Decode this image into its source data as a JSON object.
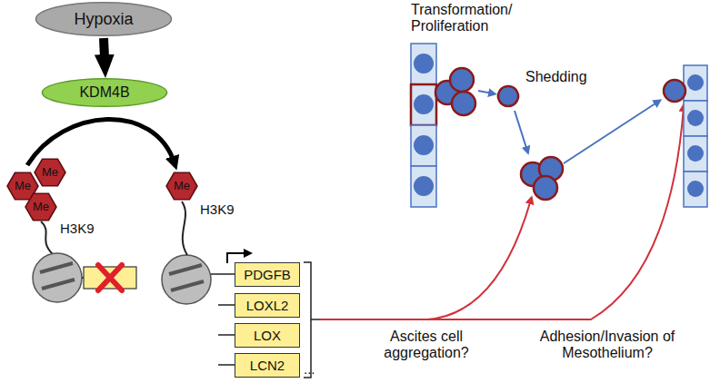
{
  "diagram": {
    "nodes": [
      {
        "text": [
          "Hypoxia"
        ]
      },
      {
        "text": [
          "KDM4B"
        ]
      },
      {
        "text": [
          "PDGFB"
        ]
      },
      {
        "text": [
          "LOXL2"
        ]
      },
      {
        "text": [
          "LOX"
        ]
      },
      {
        "text": [
          "LCN2"
        ]
      }
    ],
    "edges": [
      {
        "from": 0,
        "to": 1,
        "arrow": "to"
      }
    ],
    "labels": [
      "Me",
      "Me",
      "Me",
      "H3K9",
      "Me",
      "H3K9",
      "...",
      "Transformation/ Proliferation",
      "Shedding",
      "Ascites cell aggregation?",
      "Adhesion/Invasion of Mesothelium?"
    ]
  }
}
